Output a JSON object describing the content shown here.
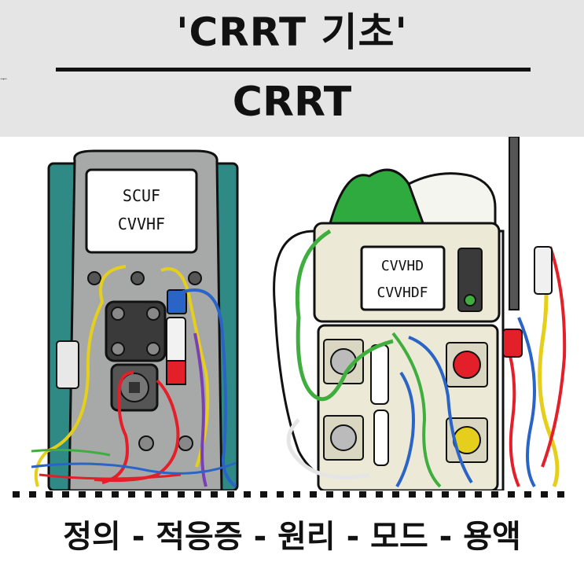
{
  "header": {
    "title": "'CRRT 기초'",
    "subtitle": "CRRT",
    "stray_mark": "ᅮ"
  },
  "illustration": {
    "left_machine": {
      "screen_line1": "SCUF",
      "screen_line2": "CVVHF",
      "body_color": "#a7a9a8",
      "frame_color": "#2f8a86"
    },
    "right_machine": {
      "screen_line1": "CVVHD",
      "screen_line2": "CVVHDF",
      "body_color": "#ecead6",
      "bag_color": "#2faa3e"
    },
    "tube_colors": [
      "#2a64c7",
      "#e3202a",
      "#e5cf1c",
      "#3fae3f",
      "#7a3fb4"
    ]
  },
  "footer": {
    "topics": "정의 - 적응증 - 원리 - 모드 - 용액"
  },
  "colors": {
    "header_bg": "#e5e5e5",
    "text": "#111111"
  }
}
